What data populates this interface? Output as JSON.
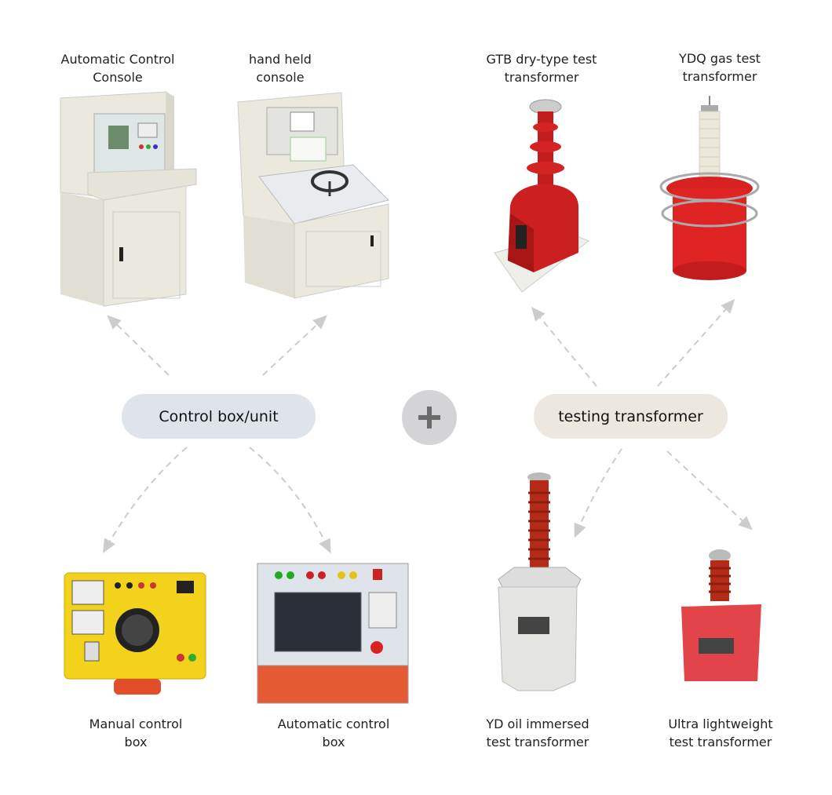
{
  "center": {
    "left_label": "Control box/unit",
    "right_label": "testing transformer",
    "plus_icon": "plus-icon"
  },
  "products": {
    "top": [
      {
        "label_line1": "Automatic Control",
        "label_line2": "Console"
      },
      {
        "label_line1": "hand held",
        "label_line2": "console"
      },
      {
        "label_line1": "GTB dry-type test",
        "label_line2": "transformer"
      },
      {
        "label_line1": "YDQ gas test",
        "label_line2": "transformer"
      }
    ],
    "bottom": [
      {
        "label_line1": "Manual control",
        "label_line2": "box"
      },
      {
        "label_line1": "Automatic control",
        "label_line2": "box"
      },
      {
        "label_line1": "YD oil immersed",
        "label_line2": "test transformer"
      },
      {
        "label_line1": "Ultra lightweight",
        "label_line2": "test transformer"
      }
    ]
  },
  "colors": {
    "left_pill": "#dfe3ea",
    "right_pill": "#ece8e0",
    "plus_bg": "#d4d4d6",
    "arrow": "#cccccc"
  }
}
